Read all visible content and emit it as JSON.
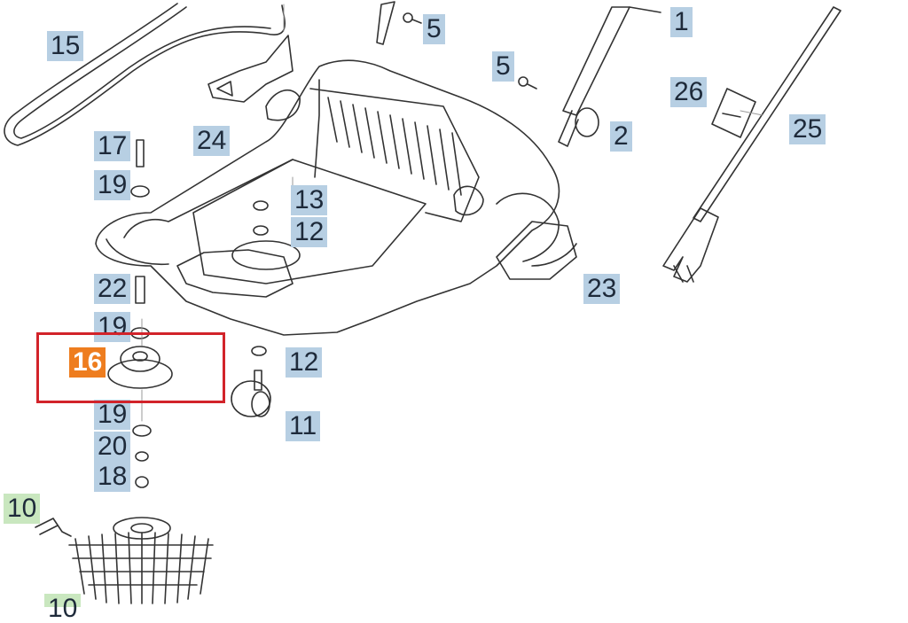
{
  "diagram": {
    "highlight_color": "#d2232a",
    "label_color_default": "#b7cfe3",
    "label_color_alt": "#c9e7bf",
    "label_color_selected": "#ee7d1f",
    "labels": {
      "l1": "1",
      "l2": "2",
      "l5a": "5",
      "l5b": "5",
      "l10": "10",
      "l11": "11",
      "l12a": "12",
      "l12b": "12",
      "l13": "13",
      "l15": "15",
      "l16": "16",
      "l17": "17",
      "l18": "18",
      "l19a": "19",
      "l19b": "19",
      "l19c": "19",
      "l20": "20",
      "l22": "22",
      "l23": "23",
      "l24": "24",
      "l25": "25",
      "l26": "26",
      "l_bottom": "10"
    },
    "selected_part": "16"
  }
}
